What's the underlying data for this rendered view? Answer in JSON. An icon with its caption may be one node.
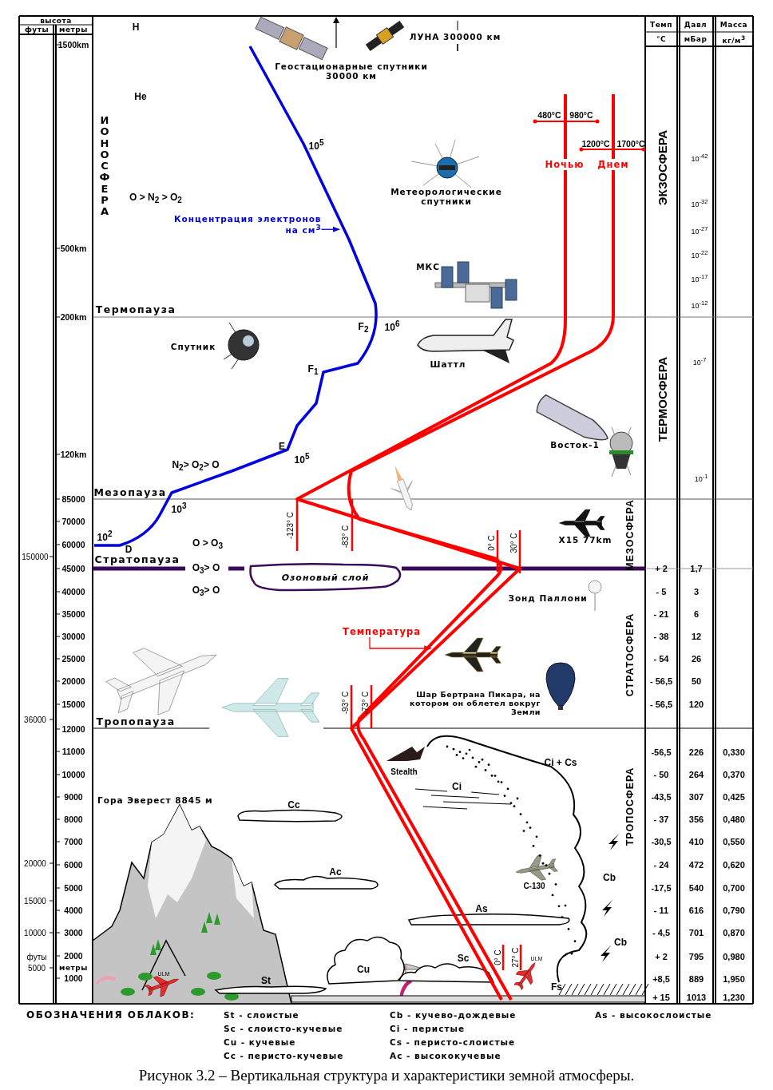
{
  "diagram": {
    "caption": "Рисунок 3.2 – Вертикальная структура и характеристики земной атмосферы.",
    "nodes": [
      {
        "text": [
          "Концентрация электронов на см$^{3}$"
        ]
      },
      {
        "text": [
          "Температура"
        ]
      },
      {
        "text": [
          "Озоновый слой"
        ]
      }
    ],
    "edges": [
      {
        "from": 0,
        "to": null,
        "arrow": "to",
        "color": "#0000e0"
      },
      {
        "from": 1,
        "to": null,
        "arrow": "to",
        "color": "#ff0000"
      }
    ],
    "labels": [
      "высота",
      "Темп",
      "Давл",
      "Масса",
      "футы",
      "метры",
      "H",
      "ЛУНА 300000 км",
      "°C",
      "мБар",
      "кг/м$^{3}$",
      "1500km",
      "Геостационарные спутники 30000 км",
      "He",
      "480°C",
      "980°C",
      "10$^{5}$",
      "1200°C",
      "1700°C",
      "ИОНОСФЕРА",
      "Ночью",
      "Днем",
      "ЭКЗОСФЕРА",
      "10$^{-42}$",
      "O > N$_{2}$ > O$_{2}$",
      "Метеорологические спутники",
      "10$^{-32}$",
      "10$^{-27}$",
      "500km",
      "10$^{-22}$",
      "МКС",
      "10$^{-17}$",
      "10$^{-12}$",
      "Термопауза",
      "200km",
      "F$_{2}$",
      "10$^{6}$",
      "Спутник",
      "F$_{1}$",
      "Шаттл",
      "10$^{-7}$",
      "ТЕРМОСФЕРА",
      "E",
      "Восток-1",
      "120km",
      "10$^{5}$",
      "N$_{2}$> O$_{2}$> O",
      "10$^{-1}$",
      "85000",
      "Мезопауза",
      "10$^{3}$",
      "70000",
      "10$^{2}$",
      "-123° C",
      "-83° C",
      "X15 77km",
      "МЕЗОСФЕРА",
      "60000",
      "D",
      "O > O$_{3}$",
      "0° C",
      "30° C",
      "150000",
      "Стратопауза",
      "45000",
      "O$_{3}$> O",
      "+ 2",
      "1,7",
      "40000",
      "O$_{3}$> O",
      "- 5",
      "3",
      "Зонд Паллони",
      "35000",
      "- 21",
      "6",
      "30000",
      "- 38",
      "12",
      "СТРАТОСФЕРА",
      "25000",
      "- 54",
      "26",
      "20000",
      "- 56,5",
      "50",
      "15000",
      "-93° C",
      "-73° C",
      "Шар Бертрана Пикара, на котором он облетел вокруг Земли",
      "- 56,5",
      "120",
      "36000",
      "Тропопауза",
      "12000",
      "11000",
      "-56,5",
      "226",
      "0,330",
      "Ci + Cs",
      "10000",
      "Stealth",
      "- 50",
      "264",
      "0,370",
      "Ci",
      "9000",
      "Гора Эверест 8845 м",
      "-43,5",
      "307",
      "0,425",
      "Cc",
      "ТРОПОСФЕРА",
      "8000",
      "- 37",
      "356",
      "0,480",
      "7000",
      "-30,5",
      "410",
      "0,550",
      "20000",
      "6000",
      "- 24",
      "472",
      "0,620",
      "Ac",
      "Cb",
      "5000",
      "C-130",
      "-17,5",
      "540",
      "0,700",
      "15000",
      "4000",
      "As",
      "- 11",
      "616",
      "0,790",
      "10000",
      "3000",
      "- 4,5",
      "701",
      "0,870",
      "Cb",
      "футы",
      "2000",
      "Sc",
      "0° C",
      "27° C",
      "ULM",
      "+ 2",
      "795",
      "0,980",
      "5000",
      "метры",
      "ULM",
      "Cu",
      "1000",
      "St",
      "+8,5",
      "889",
      "1,950",
      "Fs",
      "+ 15",
      "1013",
      "1,230",
      "ОБОЗНАЧЕНИЯ ОБЛАКОВ:",
      "St - слоистые",
      "Cb - кучево-дождевые",
      "As - высокослоистые",
      "Sc - слоисто-кучевые",
      "Ci - перистые",
      "Cu - кучевые",
      "Cs - перисто-слоистые",
      "Cc - перисто-кучевые",
      "Ac - высококучевые"
    ]
  }
}
